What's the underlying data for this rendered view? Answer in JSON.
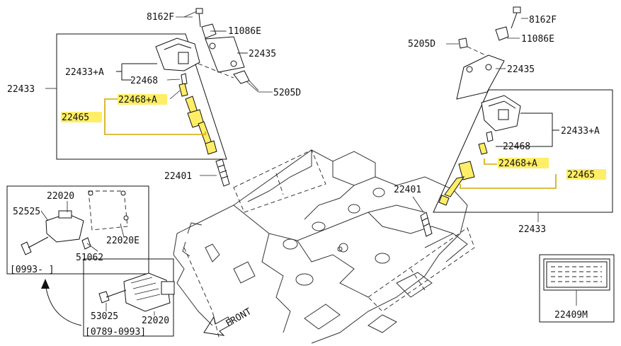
{
  "labels": {
    "p8162F_top": "8162F",
    "p11086E_top": "11086E",
    "p22435_left": "22435",
    "p22433A_left": "22433+A",
    "p22468_left": "22468",
    "p5205D_left": "5205D",
    "p22433_left": "22433",
    "p22468A_left": "22468+A",
    "p22465_left": "22465",
    "p22401_left": "22401",
    "p22020_inset": "22020",
    "p52525": "52525",
    "p22020E": "22020E",
    "p51062": "51062",
    "range_1": "[0993-    ]",
    "p53025": "53025",
    "p22020_bottom": "22020",
    "range_2": "[0789-0993]",
    "front": "FRONT",
    "p8162F_right": "8162F",
    "p5205D_right": "5205D",
    "p11086E_right": "11086E",
    "p22435_right": "22435",
    "p22433A_right": "22433+A",
    "p22468_right": "22468",
    "p22468A_right": "22468+A",
    "p22465_right": "22465",
    "p22401_right": "22401",
    "p22433_right": "22433",
    "p22409M": "22409M"
  },
  "colors": {
    "highlight": "#ffee66",
    "line": "#111111"
  }
}
